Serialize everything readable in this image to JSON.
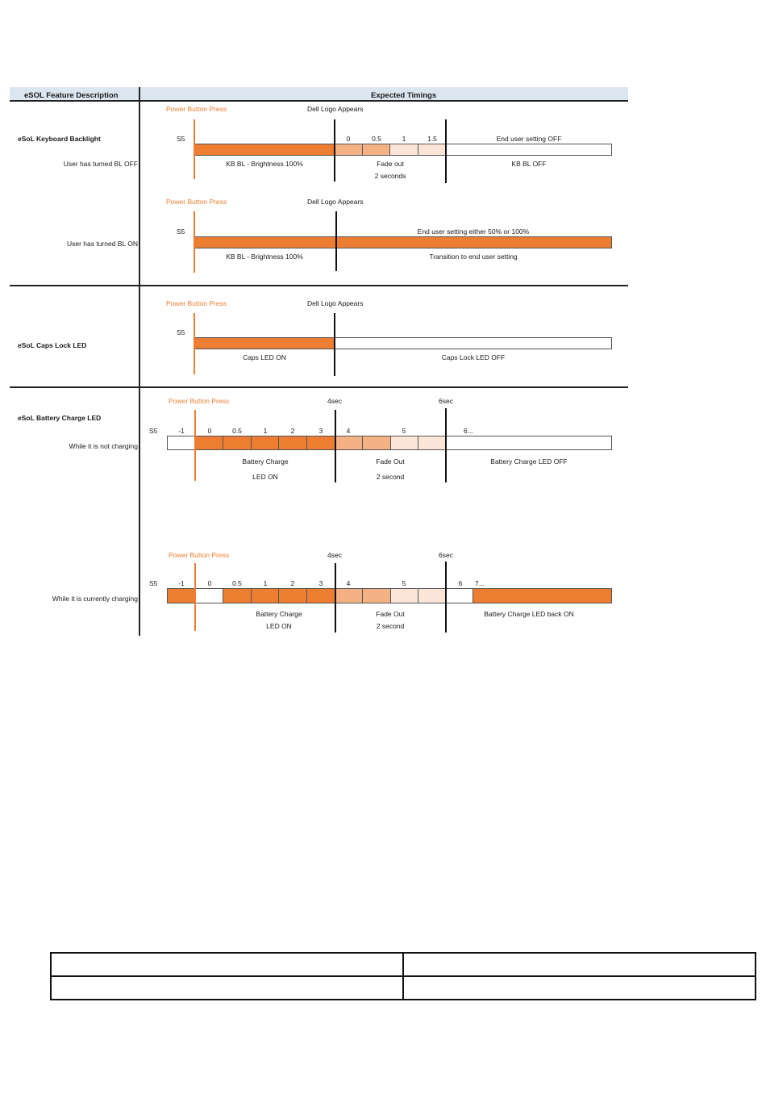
{
  "header": {
    "col1": "eSOL Feature Description",
    "col2": "Expected Timings"
  },
  "colors": {
    "dark": "#ed7d31",
    "mid": "#f4b183",
    "light": "#fbe5d6",
    "white": "#ffffff",
    "header_bg": "#dce6f1"
  },
  "keyboard": {
    "title": "eSoL Keyboard Backlight",
    "off": {
      "label": "User has turned BL OFF",
      "power": "Power Button Press",
      "dell": "Dell Logo Appears",
      "s5": "S5",
      "ticks": [
        "0",
        "0.5",
        "1",
        "1.5"
      ],
      "end_setting": "End user setting OFF",
      "kb_brightness": "KB BL - Brightness 100%",
      "fade": "Fade out",
      "fade_time": "2 seconds",
      "kb_off": "KB BL OFF"
    },
    "on": {
      "label": "User has turned BL ON",
      "power": "Power Button Press",
      "dell": "Dell Logo Appears",
      "s5": "S5",
      "end_setting": "End user setting either 50% or 100%",
      "kb_brightness": "KB BL - Brightness 100%",
      "transition": "Transition to end user setting"
    }
  },
  "caps": {
    "title": "eSoL Caps Lock LED",
    "power": "Power Button Press",
    "dell": "Dell Logo Appears",
    "s5": "S5",
    "led_on": "Caps LED ON",
    "led_off": "Caps Lock LED OFF"
  },
  "battery": {
    "title": "eSoL Battery Charge LED",
    "not_charging": {
      "label": "While it is not charging",
      "power": "Power Button Press",
      "t4": "4sec",
      "t6": "6sec",
      "s5": "S5",
      "ticks": [
        "-1",
        "0",
        "0.5",
        "1",
        "2",
        "3",
        "4",
        "5",
        "6..."
      ],
      "charge_1": "Battery Charge",
      "charge_2": "LED ON",
      "fade": "Fade Out",
      "fade_time": "2 second",
      "led_off": "Battery Charge LED OFF"
    },
    "charging": {
      "label": "While it is currently charging",
      "power": "Power Button Press",
      "t4": "4sec",
      "t6": "6sec",
      "s5": "S5",
      "ticks": [
        "-1",
        "0",
        "0.5",
        "1",
        "2",
        "3",
        "4",
        "5",
        "6",
        "7..."
      ],
      "charge_1": "Battery Charge",
      "charge_2": "LED ON",
      "fade": "Fade Out",
      "fade_time": "2 second",
      "led_back_on": "Battery Charge LED back ON"
    }
  },
  "bottom_table": {
    "rows": [
      [
        "",
        ""
      ],
      [
        "",
        ""
      ]
    ]
  }
}
